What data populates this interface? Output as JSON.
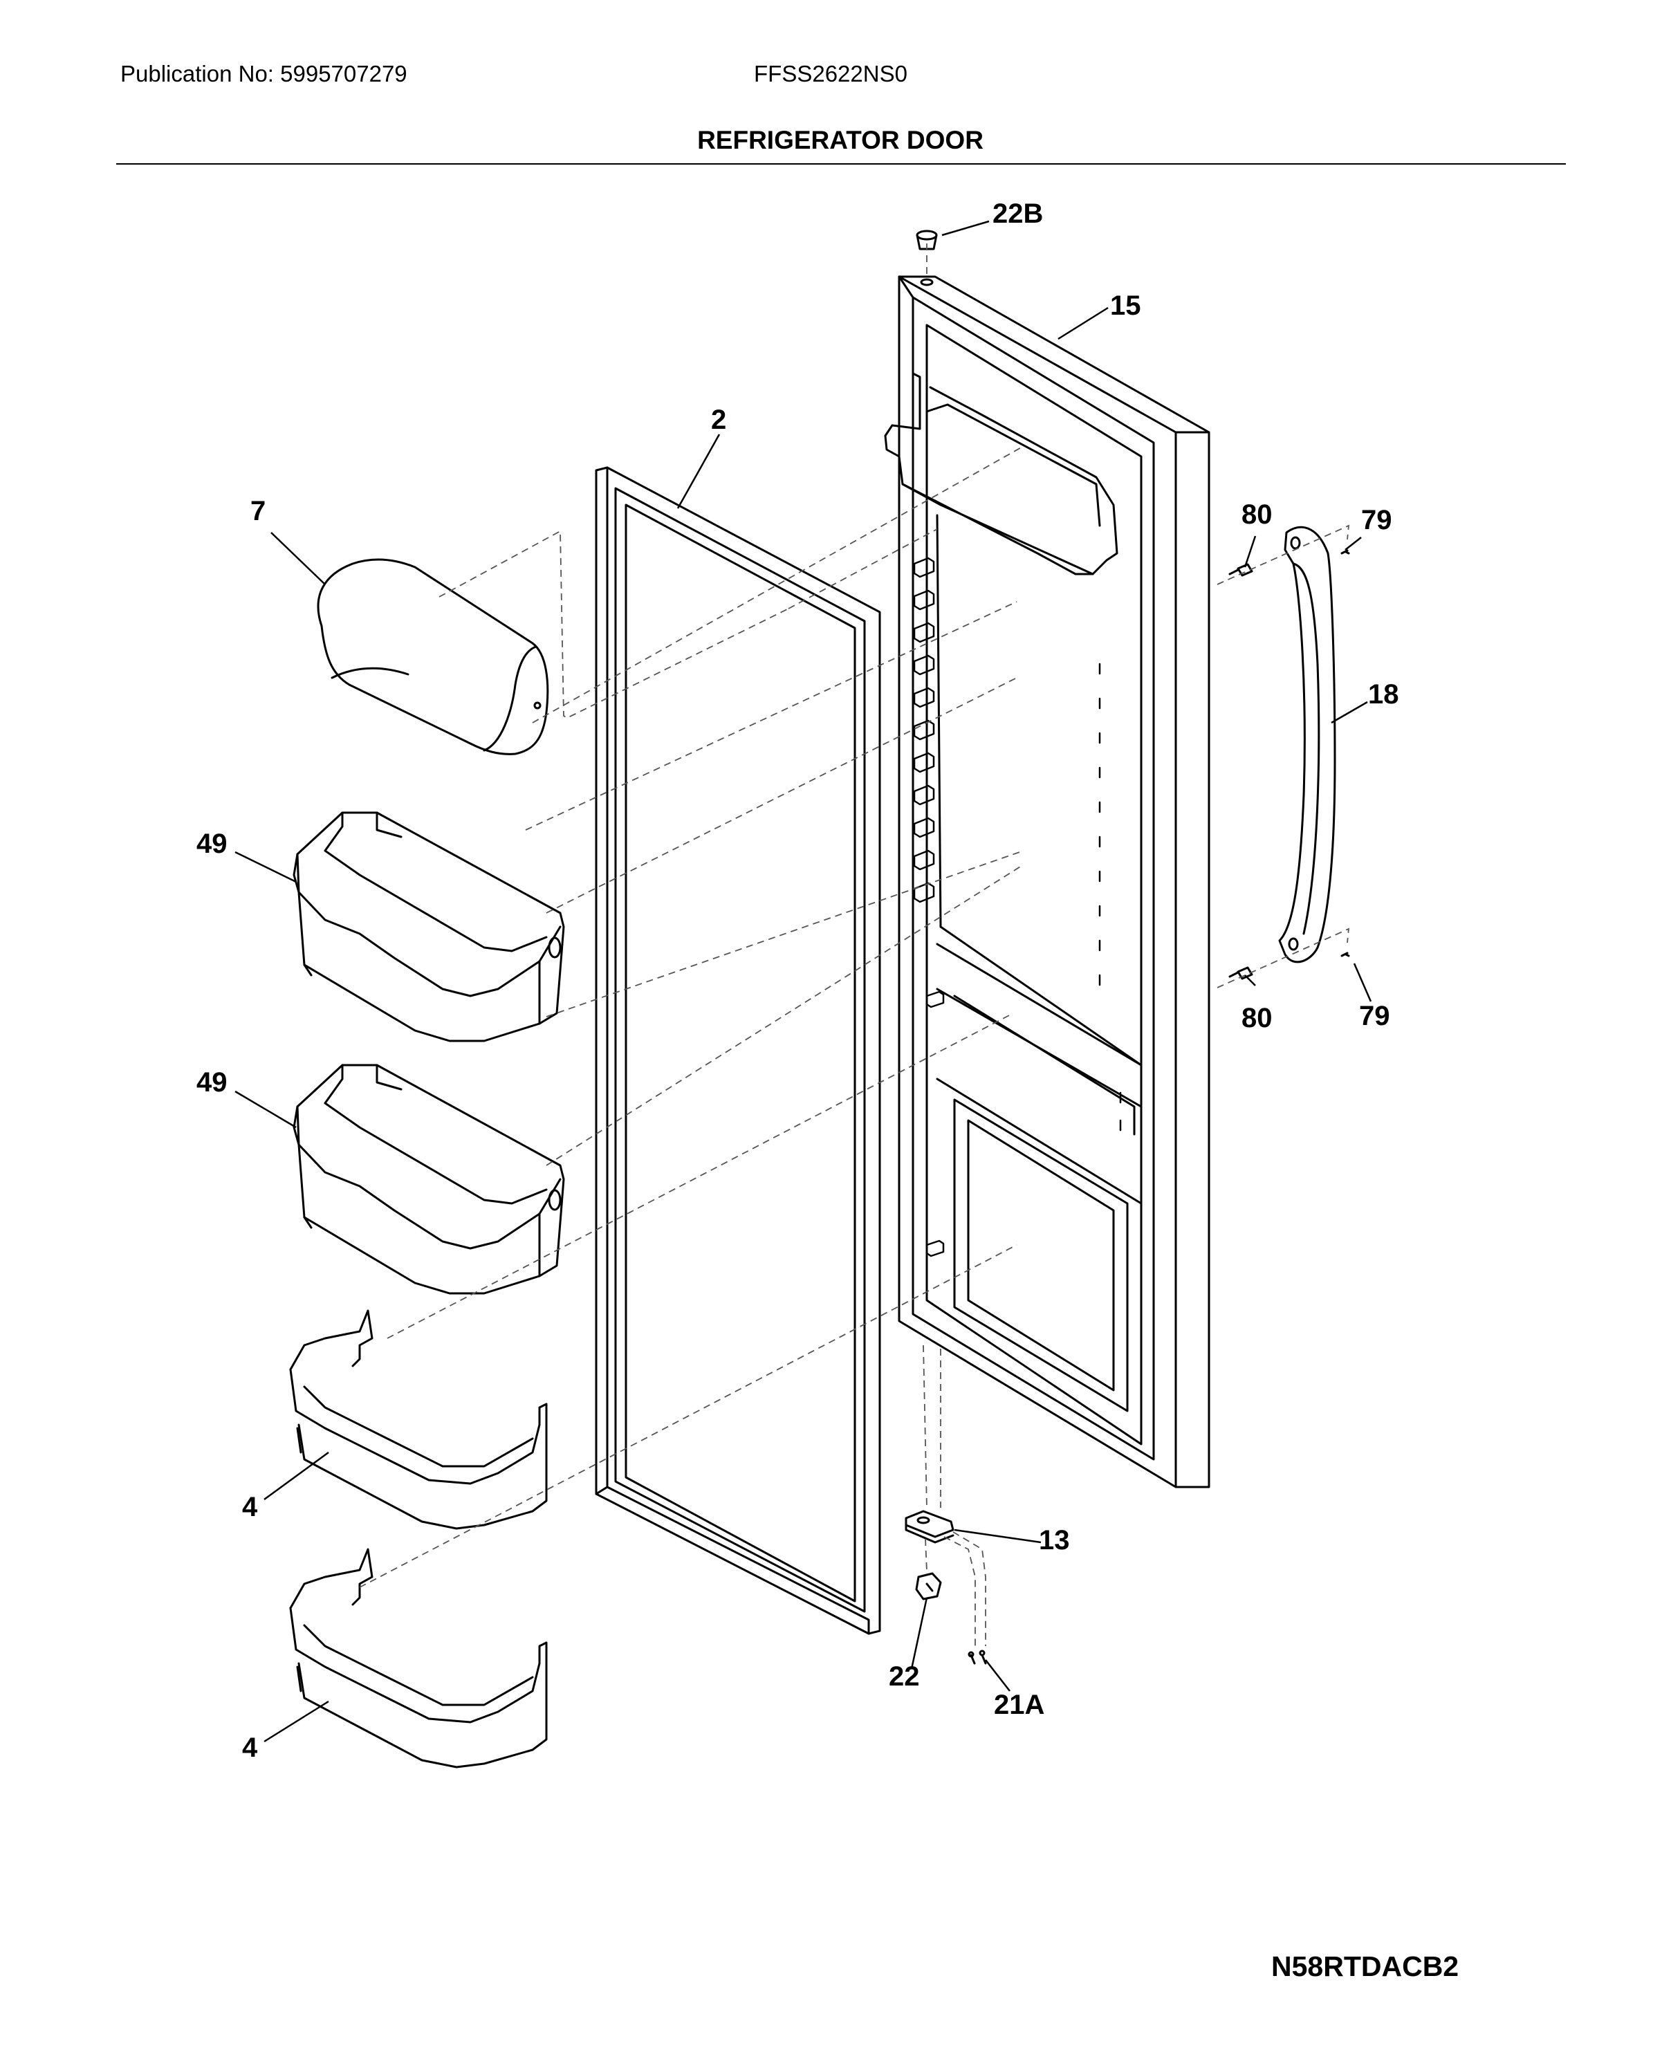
{
  "header": {
    "publication": "Publication No: 5995707279",
    "model": "FFSS2622NS0",
    "title": "REFRIGERATOR DOOR"
  },
  "parts": {
    "p22B": "22B",
    "p15": "15",
    "p2": "2",
    "p7": "7",
    "p80a": "80",
    "p79a": "79",
    "p18": "18",
    "p49a": "49",
    "p80b": "80",
    "p79b": "79",
    "p49b": "49",
    "p4a": "4",
    "p13": "13",
    "p22": "22",
    "p21A": "21A",
    "p4b": "4"
  },
  "footer": {
    "diagram_code": "N58RTDACB2"
  }
}
